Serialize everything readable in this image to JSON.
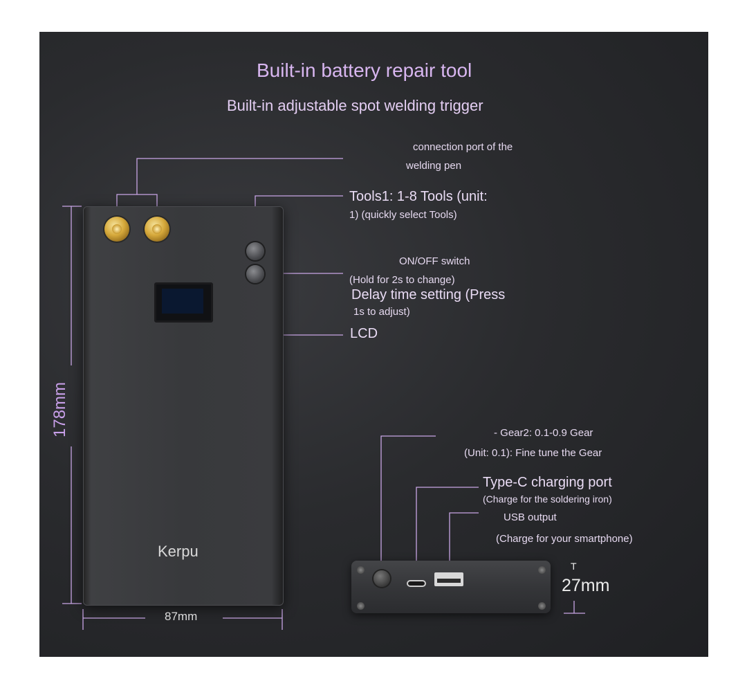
{
  "title": "Built-in battery repair tool",
  "subtitle": "Built-in adjustable spot welding trigger",
  "callouts": {
    "welding_pen_line1": "connection port of the",
    "welding_pen_line2": "welding pen",
    "tools_line1": "Tools1: 1-8 Tools (unit:",
    "tools_line2": "1) (quickly select Tools)",
    "onoff_line1": "ON/OFF switch",
    "onoff_line2": "(Hold for 2s to change)",
    "delay_line1": "Delay time setting (Press",
    "delay_line2": "1s to adjust)",
    "lcd": "LCD",
    "gear_line1": "- Gear2: 0.1-0.9 Gear",
    "gear_line2": "(Unit: 0.1): Fine tune the Gear",
    "typec_line1": "Type-C charging port",
    "typec_line2": "(Charge for the soldering iron)",
    "usb_line1": "USB output",
    "usb_line2": "(Charge for your smartphone)"
  },
  "dimensions": {
    "height": "178mm",
    "width": "87mm",
    "thickness": "27mm",
    "thickness_tick": "T"
  },
  "device": {
    "brand": "Kerpu"
  },
  "colors": {
    "label_purple": "#d8b6f0",
    "background": "#2a2b2e",
    "terminal_gold": "#d6a93b"
  }
}
